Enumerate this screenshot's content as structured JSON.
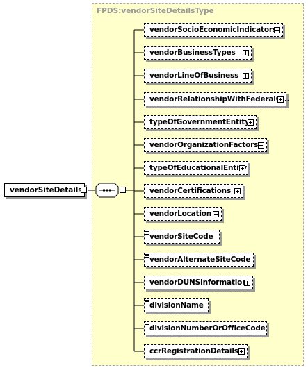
{
  "diagram": {
    "type_name": "FPDS:vendorSiteDetailsType",
    "root_element": "vendorSiteDetails",
    "compositor": "sequence",
    "children": [
      {
        "name": "vendorSocioEconomicIndicators",
        "expandable": true
      },
      {
        "name": "vendorBusinessTypes",
        "expandable": true
      },
      {
        "name": "vendorLineOfBusiness",
        "expandable": true
      },
      {
        "name": "vendorRelationshipWithFederalG...",
        "expandable": true
      },
      {
        "name": "typeOfGovernmentEntity",
        "expandable": true
      },
      {
        "name": "vendorOrganizationFactors",
        "expandable": true
      },
      {
        "name": "typeOfEducationalEntity",
        "expandable": true
      },
      {
        "name": "vendorCertifications",
        "expandable": true
      },
      {
        "name": "vendorLocation",
        "expandable": true
      },
      {
        "name": "vendorSiteCode",
        "expandable": false
      },
      {
        "name": "vendorAlternateSiteCode",
        "expandable": false
      },
      {
        "name": "vendorDUNSInformation",
        "expandable": true
      },
      {
        "name": "divisionName",
        "expandable": false
      },
      {
        "name": "divisionNumberOrOfficeCode",
        "expandable": false
      },
      {
        "name": "ccrRegistrationDetails",
        "expandable": true
      }
    ]
  }
}
